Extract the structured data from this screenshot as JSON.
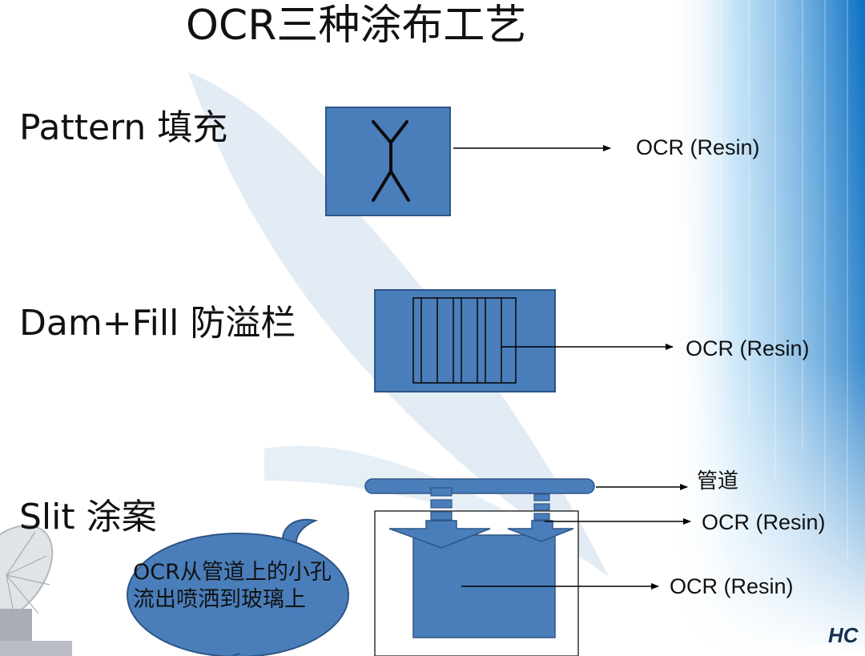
{
  "title": "OCR三种涂布工艺",
  "rows": [
    {
      "label": "Pattern 填充",
      "resin_label": "OCR  (Resin)"
    },
    {
      "label": "Dam+Fill 防溢栏",
      "resin_label": "OCR  (Resin)"
    },
    {
      "label": "Slit  涂案",
      "resin_labels": [
        "OCR  (Resin)",
        "OCR  (Resin)"
      ],
      "pipe_label": "管道"
    }
  ],
  "callout": "OCR从管道上的小孔流出喷洒到玻璃上",
  "logo": "HC",
  "colors": {
    "shape_fill": "#4a7ebb",
    "shape_stroke": "#2e5586",
    "background": "#ffffff",
    "accent_right": "#1a7ed0"
  }
}
